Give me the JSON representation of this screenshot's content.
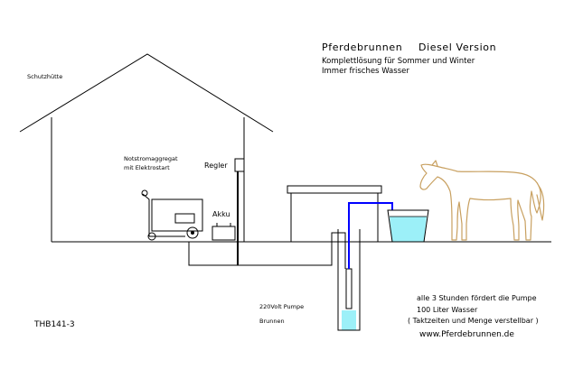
{
  "title": {
    "main": "Pferdebrunnen",
    "version": "Diesel Version"
  },
  "subtitle": {
    "line1": "Komplettlösung für Sommer und Winter",
    "line2": "Immer frisches Wasser"
  },
  "labels": {
    "hut": "Schutzhütte",
    "generator_line1": "Notstromaggregat",
    "generator_line2": "mit Elektrostart",
    "regulator": "Regler",
    "battery": "Akku",
    "pump": "220Volt Pumpe",
    "well": "Brunnen"
  },
  "info": {
    "line1": "alle 3 Stunden fördert die Pumpe",
    "line2": "100 Liter Wasser",
    "line3": "( Taktzeiten und Menge verstellbar )"
  },
  "website": "www.Pferdebrunnen.de",
  "drawing_code": "THB141-3",
  "colors": {
    "line": "#000000",
    "pipe": "#0000ff",
    "water": "#9cf0f8",
    "horse": "#c8a060"
  }
}
